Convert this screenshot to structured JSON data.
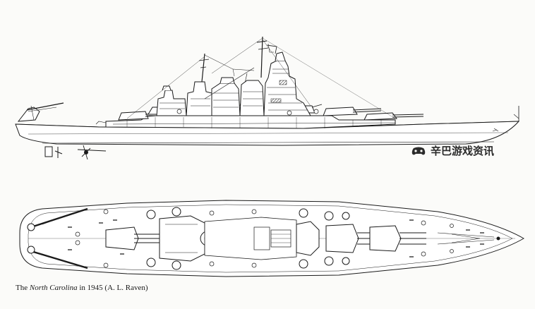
{
  "caption": {
    "prefix": "The ",
    "ship_name": "North Carolina",
    "suffix": " in 1945 (A. L. Raven)"
  },
  "watermark": {
    "text": "辛巴游戏资讯",
    "icon": "gamepad-icon"
  },
  "colors": {
    "background": "#fbfbf9",
    "ink": "#1a1a1a"
  }
}
